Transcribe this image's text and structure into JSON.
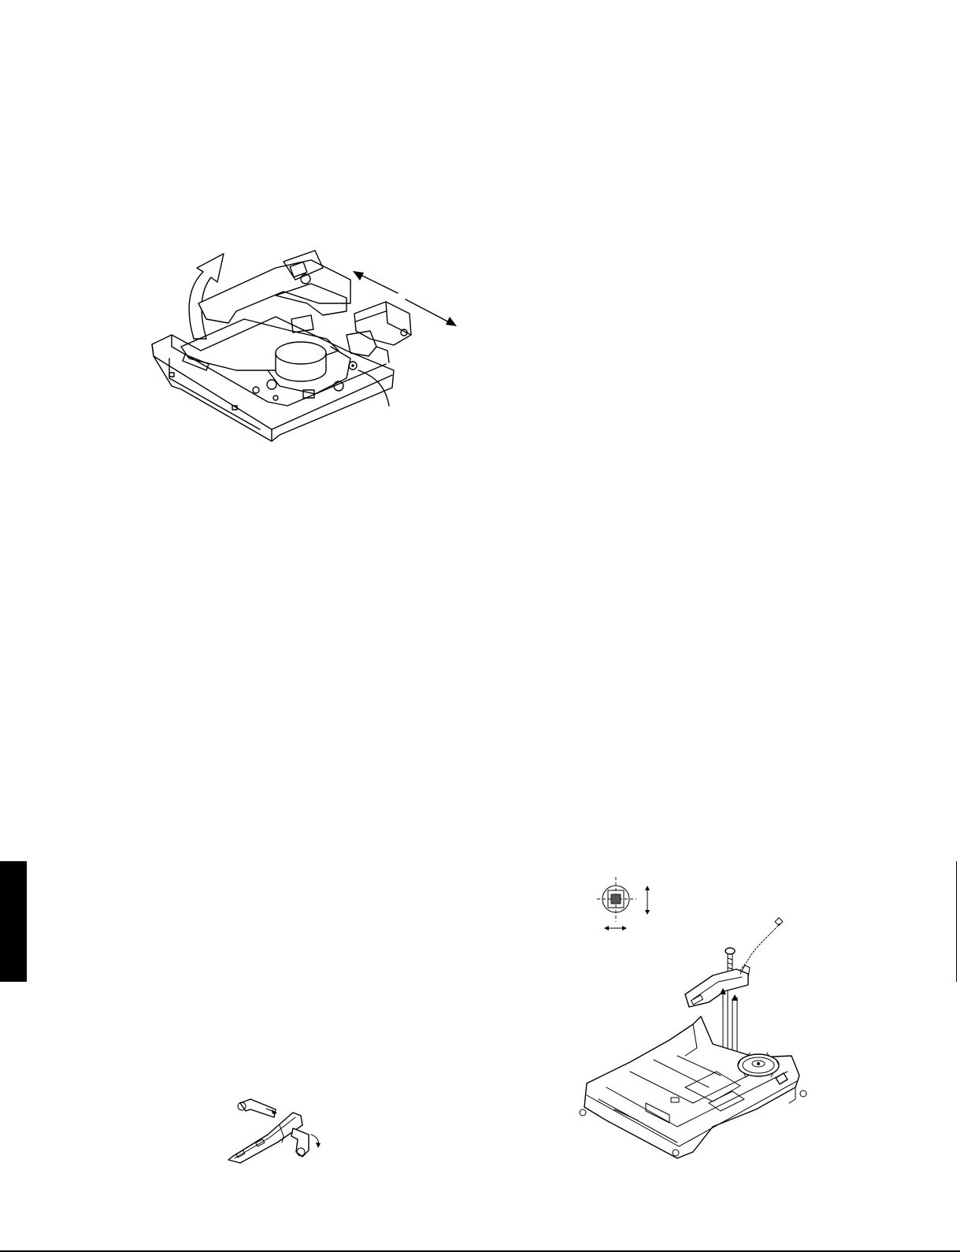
{
  "page": {
    "background": "#ffffff",
    "ink": "#000000",
    "side_tab_color": "#000000"
  },
  "figures": [
    {
      "id": "figure-traverse-mechanism",
      "icon": "traverse-mechanism-drawing"
    },
    {
      "id": "figure-pickup-adjustment",
      "icon": "pickup-adjustment-drawing"
    },
    {
      "id": "figure-small-lever",
      "icon": "lever-part-drawing"
    }
  ]
}
